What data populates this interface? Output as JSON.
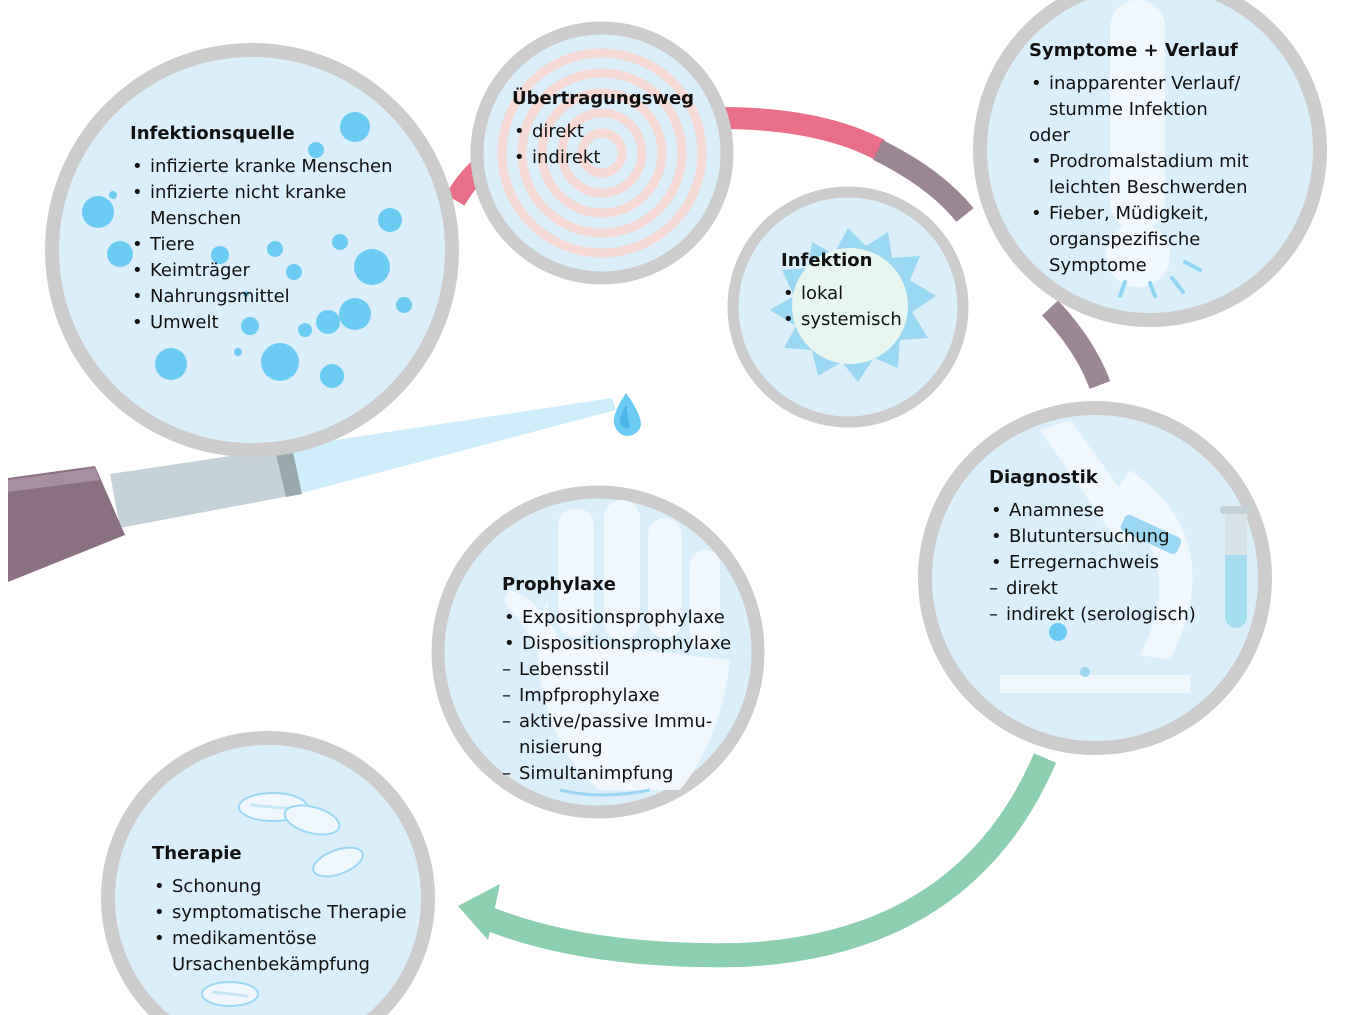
{
  "colors": {
    "ring": "#cccccc",
    "circle_fill": "#dbeffa",
    "arc_pink": "#e96f88",
    "arc_mauve": "#9b8694",
    "arc_green": "#8ccfb1",
    "droplet": "#6ccbf2",
    "pipette_dark": "#8a7080",
    "pipette_light": "#c4d2d8"
  },
  "nodes": {
    "infektionsquelle": {
      "title": "Infektionsquelle",
      "items": [
        "infizierte kranke Menschen",
        "infizierte nicht kranke Menschen",
        "Tiere",
        "Keimträger",
        "Nahrungsmittel",
        "Umwelt"
      ]
    },
    "uebertragungsweg": {
      "title": "Übertragungsweg",
      "items": [
        "direkt",
        "indirekt"
      ]
    },
    "infektion": {
      "title": "Infektion",
      "items": [
        "lokal",
        "systemisch"
      ]
    },
    "symptome": {
      "title": "Symptome + Verlauf",
      "item1": "inapparenter Verlauf/ stumme Infektion",
      "connector": "oder",
      "item2": "Prodromalstadium mit leichten Beschwerden",
      "item3": "Fieber, Müdigkeit, organspezifische Symptome"
    },
    "diagnostik": {
      "title": "Diagnostik",
      "items": [
        "Anamnese",
        "Blutuntersuchung",
        "Erregernachweis"
      ],
      "sub": [
        "direkt",
        "indirekt (serologisch)"
      ]
    },
    "prophylaxe": {
      "title": "Prophylaxe",
      "items": [
        "Expositionsprophylaxe",
        "Dispositionsprophylaxe"
      ],
      "sub": [
        "Lebensstil",
        "Impfprophylaxe",
        "aktive/passive Immu-nisierung",
        "Simultanimpfung"
      ]
    },
    "therapie": {
      "title": "Therapie",
      "items": [
        "Schonung",
        "symptomatische Therapie",
        "medikamentöse Ursachenbekämpfung"
      ]
    }
  }
}
